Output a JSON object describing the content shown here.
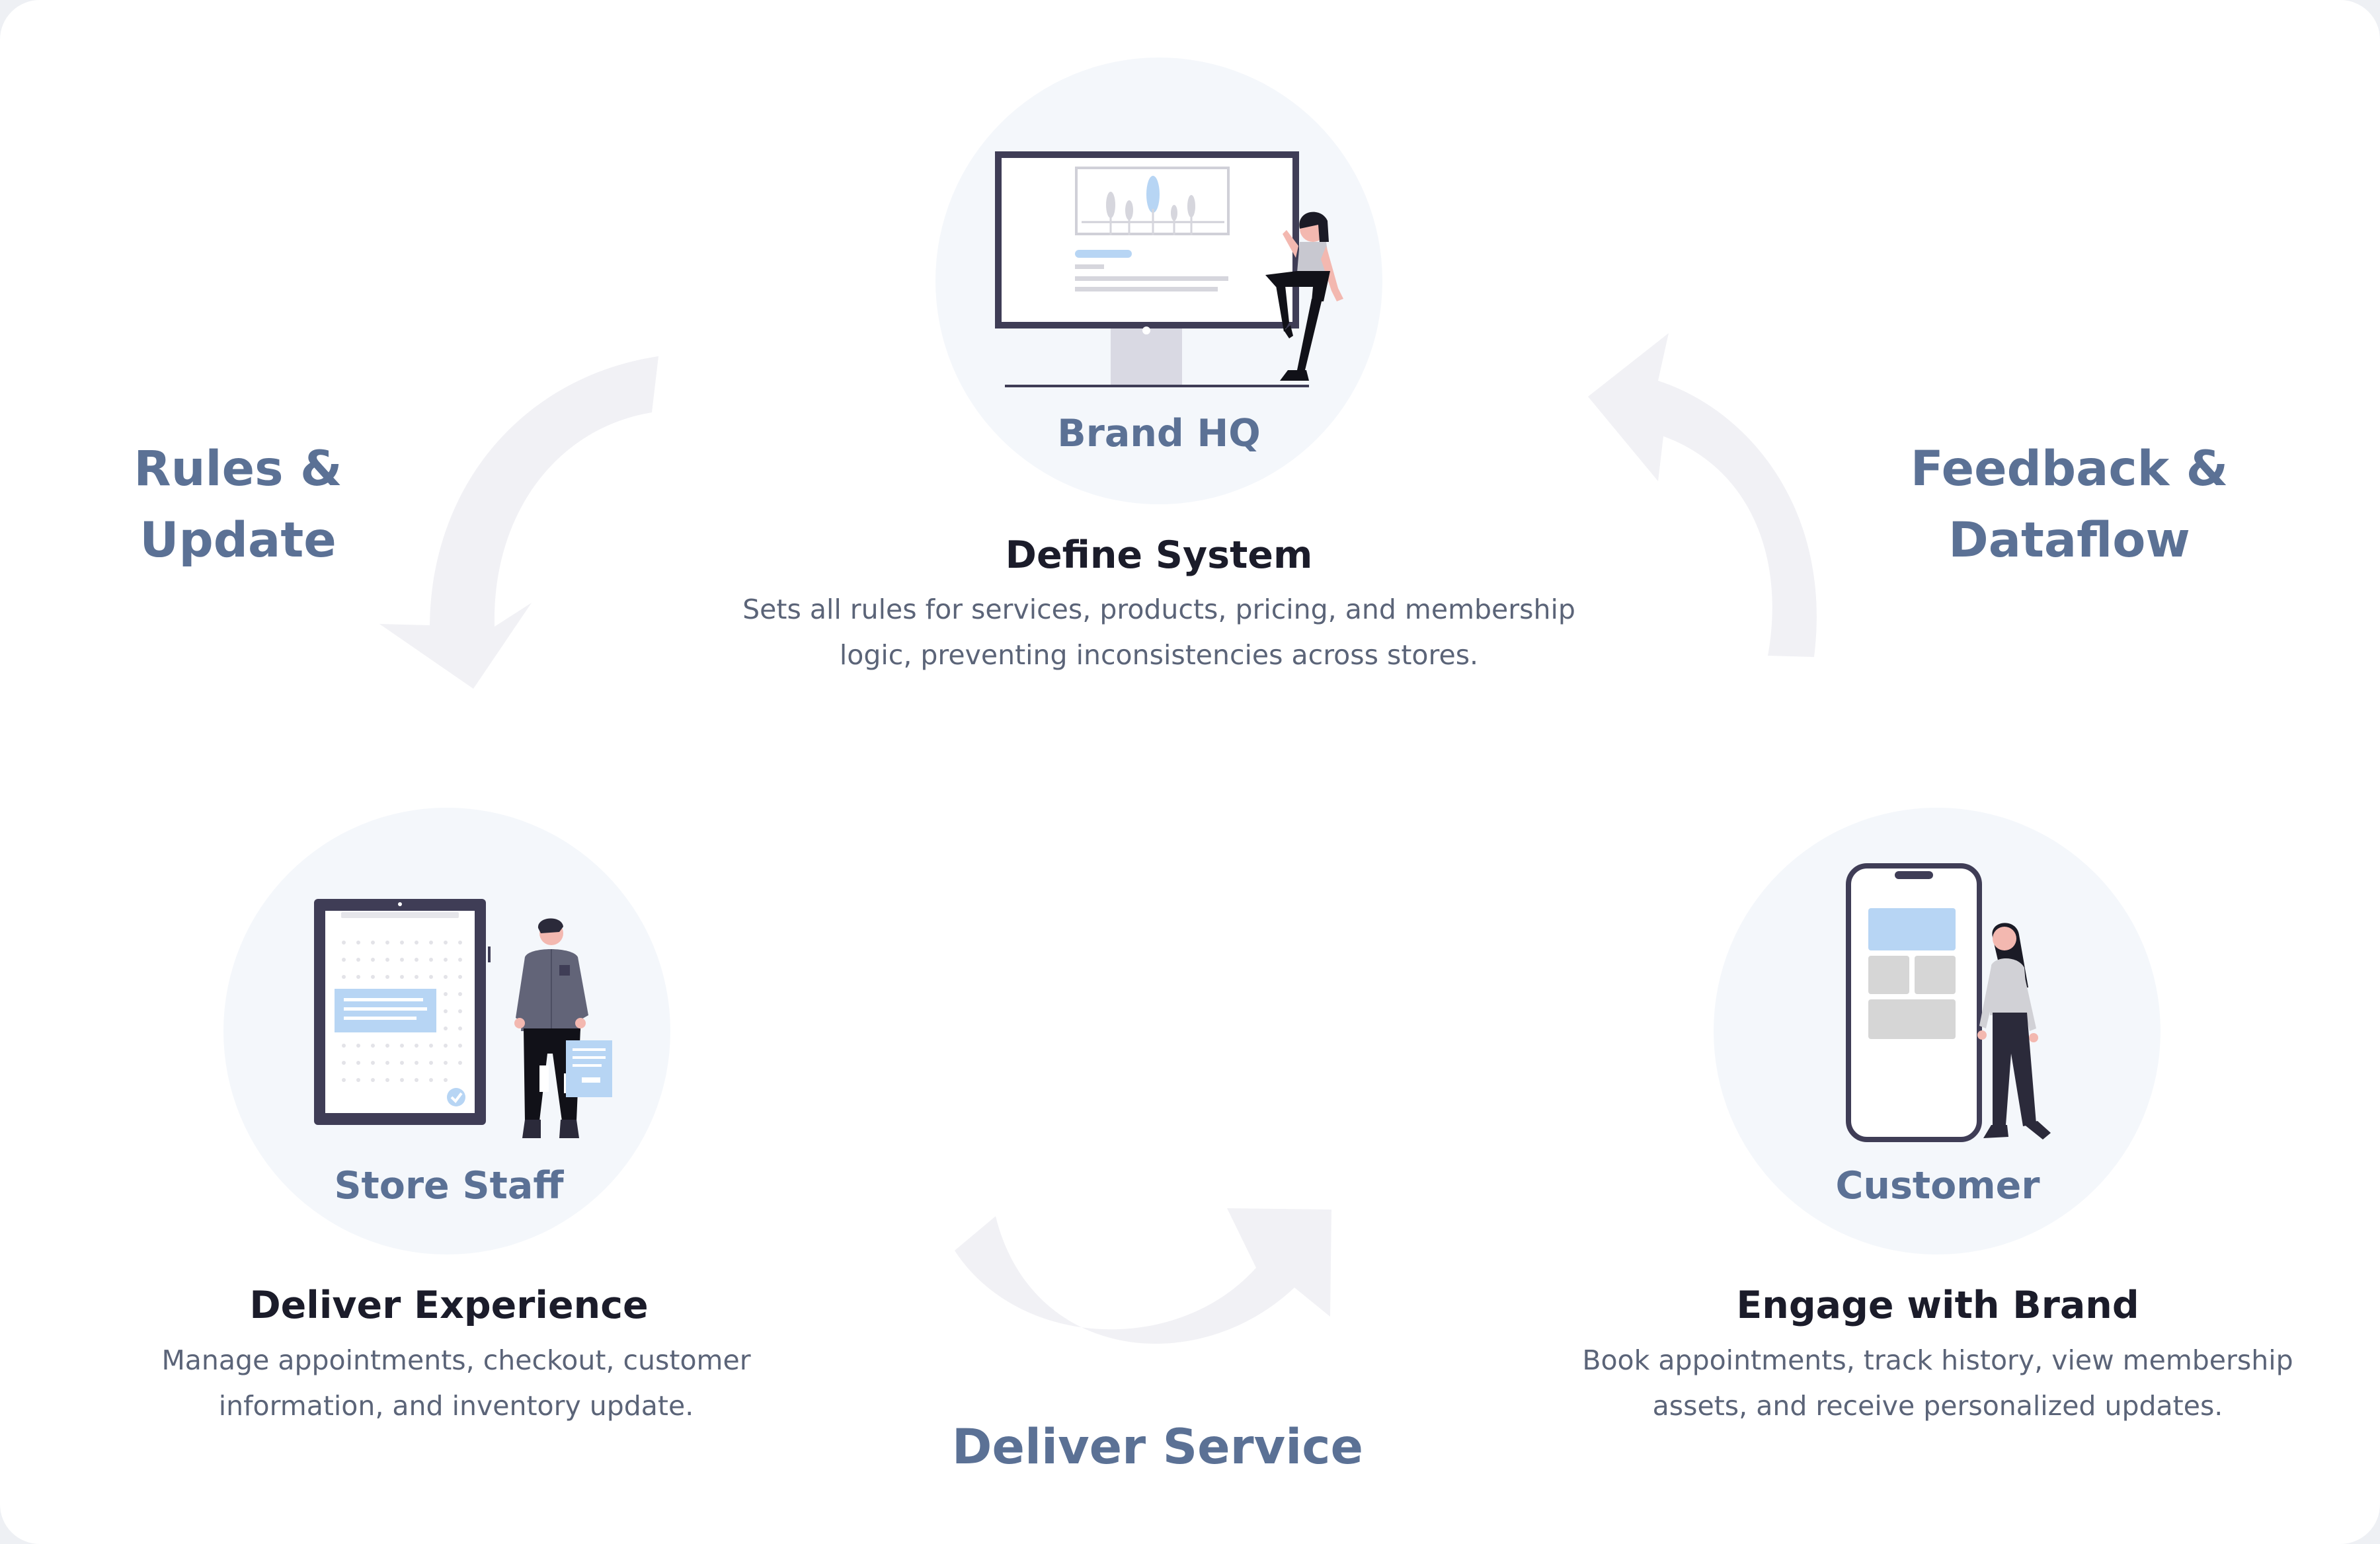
{
  "hq": {
    "role": "Brand HQ",
    "heading": "Define System",
    "desc_line1": "Sets all rules for services, products, pricing, and membership",
    "desc_line2": "logic, preventing inconsistencies across stores."
  },
  "staff": {
    "role": "Store Staff",
    "heading": "Deliver Experience",
    "desc_line1": "Manage appointments, checkout, customer",
    "desc_line2": "information, and inventory update."
  },
  "customer": {
    "role": "Customer",
    "heading": "Engage with Brand",
    "desc_line1": "Book appointments, track history, view membership",
    "desc_line2": "assets, and receive personalized updates."
  },
  "flows": {
    "rules_line1": "Rules &",
    "rules_line2": "Update",
    "feedback_line1": "Feedback &",
    "feedback_line2": "Dataflow",
    "deliver": "Deliver Service"
  },
  "colors": {
    "circle": "#f4f7fb",
    "arrow": "#f1f1f5",
    "accent_blue": "#b7d5f4",
    "dark": "#3f3d56",
    "label": "#5b7195"
  }
}
